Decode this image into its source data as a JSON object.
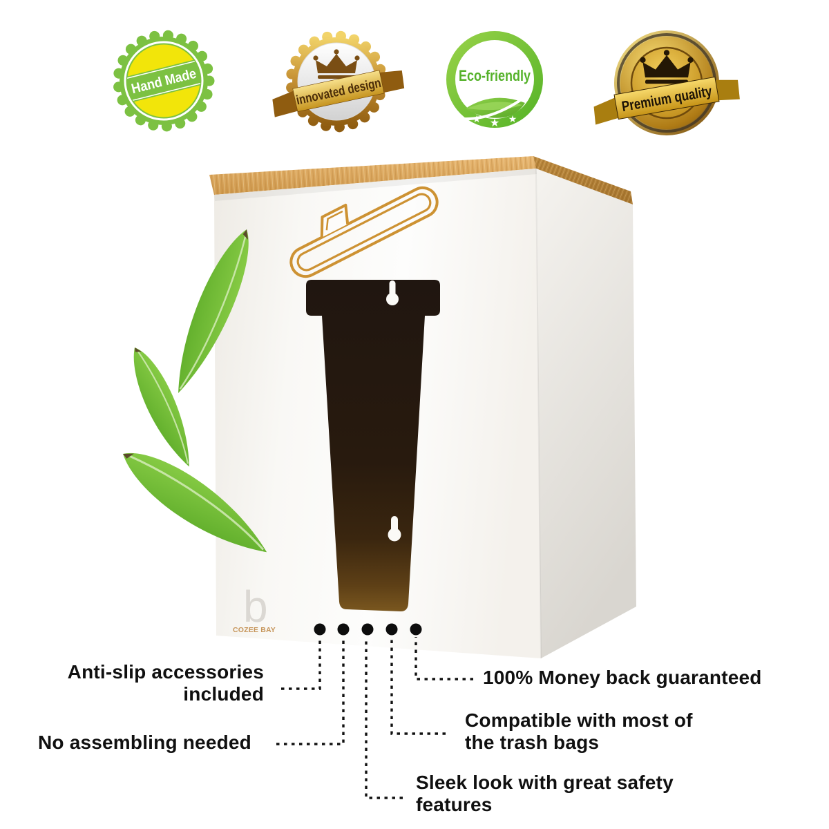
{
  "badges": [
    {
      "label": "Hand Made",
      "style": "green-scalloped-seal"
    },
    {
      "label": "innovated design",
      "style": "gold-scalloped-seal-with-crown"
    },
    {
      "label": "Eco-friendly",
      "style": "green-ring-with-leaf-and-stars"
    },
    {
      "label": "Premium quality",
      "style": "gold-medal-with-crown-ribbon"
    }
  ],
  "brand": {
    "letter": "b",
    "name": "COZEE BAY"
  },
  "callouts": {
    "anti_slip": {
      "text": "Anti-slip accessories\nincluded"
    },
    "no_assembling": {
      "text": "No assembling needed"
    },
    "sleek_look": {
      "text": "Sleek look with great safety\nfeatures"
    },
    "compatible": {
      "text": "Compatible with most of\nthe trash bags"
    },
    "money_back": {
      "text": "100% Money back guaranteed"
    }
  },
  "callout_dots": 5,
  "colors": {
    "badge_green": "#7cc142",
    "badge_yellow": "#f2e50a",
    "gold": "#c89436",
    "eco_green": "#55b22a",
    "bamboo_lid": "#d9a45b",
    "bag_icon_gold": "#cd9233",
    "opening_brown": "#2b1c10",
    "callout_text": "#101010",
    "brand_gold": "#c6955a",
    "leaf_green": "#6abf35"
  }
}
